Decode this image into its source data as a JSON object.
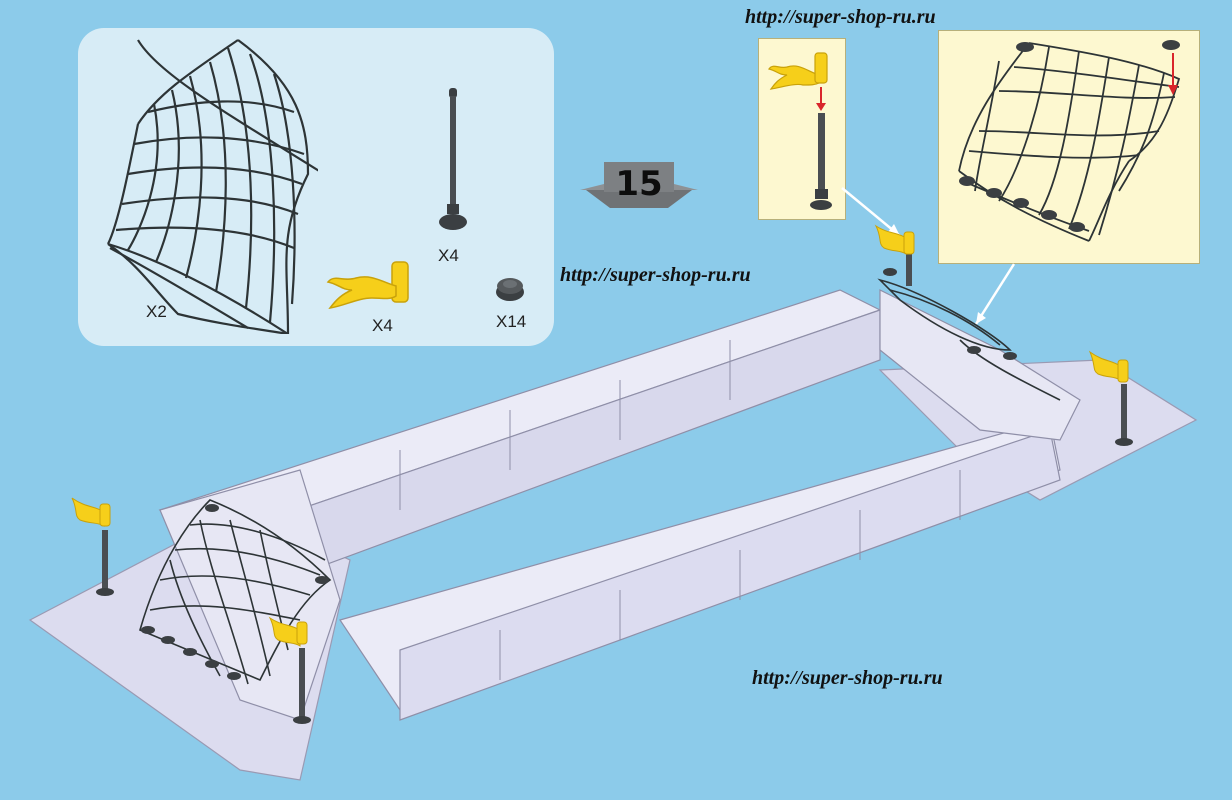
{
  "watermarks": {
    "top": "http://super-shop-ru.ru",
    "middle": "http://super-shop-ru.ru",
    "bottom": "http://super-shop-ru.ru"
  },
  "parts_panel": {
    "net_qty": "X2",
    "pole_qty": "X4",
    "flag_qty": "X4",
    "stud_qty": "X14"
  },
  "step": {
    "number": "15"
  },
  "colors": {
    "background": "#8ccbea",
    "panel": "#d7ecf6",
    "inset": "#fdf8d0",
    "flag": "#f6cf1a",
    "brick": "#e4e4f3",
    "net": "#2d3436",
    "arrow": "#d9262b"
  },
  "icons": [
    "net-piece-icon",
    "pole-piece-icon",
    "flag-piece-icon",
    "round-stud-icon",
    "step-arrow-icon"
  ]
}
